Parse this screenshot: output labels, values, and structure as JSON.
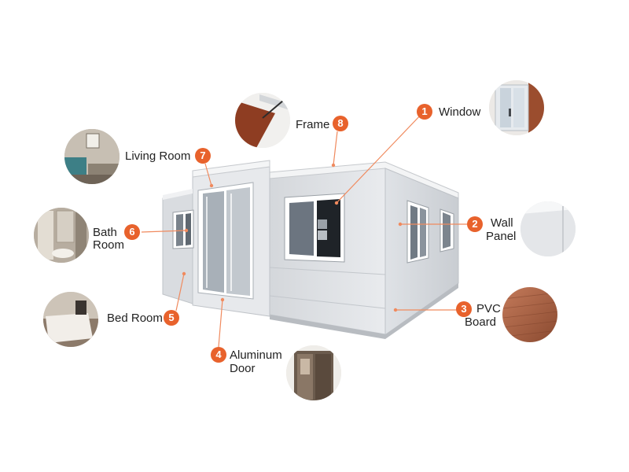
{
  "accent_color": "#e8622c",
  "callouts": [
    {
      "number": "1",
      "label": "Window",
      "label_lines": [
        "Window"
      ],
      "thumbnail": "window-detail-photo"
    },
    {
      "number": "2",
      "label": "Wall Panel",
      "label_lines": [
        "Wall",
        "Panel"
      ],
      "thumbnail": "wall-panel-detail-photo"
    },
    {
      "number": "3",
      "label": "PVC Board",
      "label_lines": [
        "PVC",
        "Board"
      ],
      "thumbnail": "pvc-board-detail-photo"
    },
    {
      "number": "4",
      "label": "Aluminum Door",
      "label_lines": [
        "Aluminum",
        "Door"
      ],
      "thumbnail": "aluminum-door-detail-photo"
    },
    {
      "number": "5",
      "label": "Bed Room",
      "label_lines": [
        "Bed Room"
      ],
      "thumbnail": "bed-room-photo"
    },
    {
      "number": "6",
      "label": "Bath Room",
      "label_lines": [
        "Bath",
        "Room"
      ],
      "thumbnail": "bath-room-photo"
    },
    {
      "number": "7",
      "label": "Living Room",
      "label_lines": [
        "Living Room"
      ],
      "thumbnail": "living-room-photo"
    },
    {
      "number": "8",
      "label": "Frame",
      "label_lines": [
        "Frame"
      ],
      "thumbnail": "frame-detail-photo"
    }
  ]
}
